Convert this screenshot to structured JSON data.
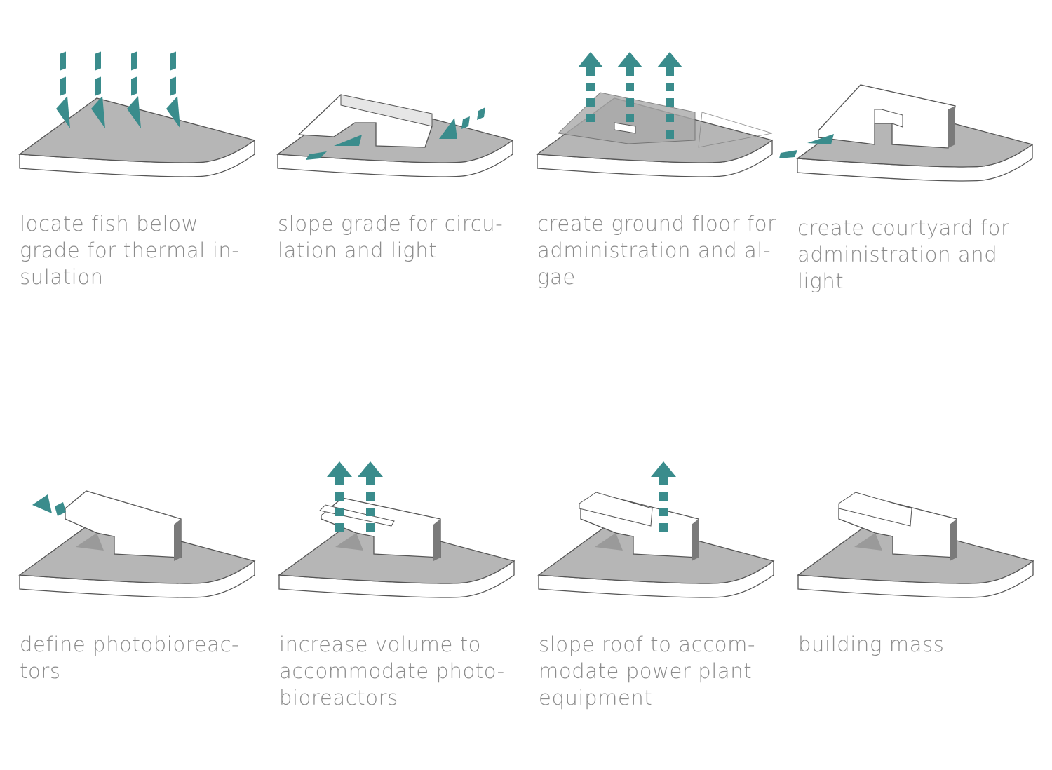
{
  "accent_color": "#3a8c8c",
  "panels": [
    {
      "caption": "locate fish below\ngrade for thermal in-\nsulation"
    },
    {
      "caption": "slope grade for circu-\nlation and light"
    },
    {
      "caption": "create ground floor for\nadministration and al-\ngae"
    },
    {
      "caption": "create courtyard for\nadministration and\nlight"
    },
    {
      "caption": "define photobioreac-\ntors"
    },
    {
      "caption": "increase volume to\naccommodate photo-\nbioreactors"
    },
    {
      "caption": "slope roof to accom-\nmodate power plant\nequipment"
    },
    {
      "caption": "building mass"
    }
  ]
}
